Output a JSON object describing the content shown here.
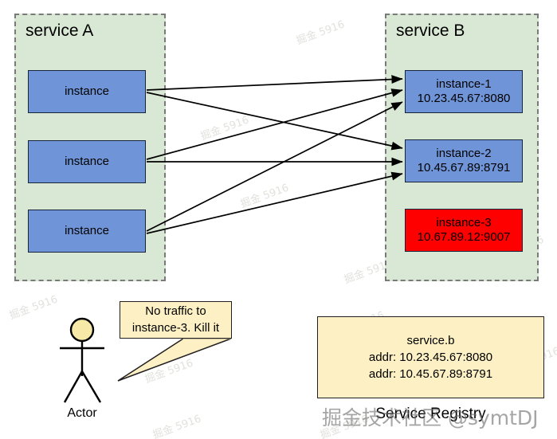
{
  "diagram": {
    "service_a": {
      "title": "service A",
      "instances": [
        {
          "label": "instance"
        },
        {
          "label": "instance"
        },
        {
          "label": "instance"
        }
      ]
    },
    "service_b": {
      "title": "service B",
      "instances": [
        {
          "name": "instance-1",
          "addr": "10.23.45.67:8080",
          "state": "healthy",
          "color": "#6f95d8"
        },
        {
          "name": "instance-2",
          "addr": "10.45.67.89:8791",
          "state": "healthy",
          "color": "#6f95d8"
        },
        {
          "name": "instance-3",
          "addr": "10.67.89.12:9007",
          "state": "dead",
          "color": "#ff0000"
        }
      ]
    },
    "actor": {
      "label": "Actor",
      "callout": {
        "line1": "No traffic to",
        "line2": "instance-3. Kill it"
      }
    },
    "registry": {
      "caption": "Service Registry",
      "lines": [
        "service.b",
        "addr: 10.23.45.67:8080",
        "addr: 10.45.67.89:8791"
      ]
    },
    "colors": {
      "container_fill": "#d9e8d4",
      "container_border": "#7a7a7a",
      "instance_blue": "#6f95d8",
      "instance_red": "#ff0000",
      "note_yellow": "#fcf0c4",
      "stroke": "#000000"
    }
  },
  "watermarks": {
    "main": "掘金技术社区 @symtDJ",
    "tile": "掘金 5916"
  }
}
